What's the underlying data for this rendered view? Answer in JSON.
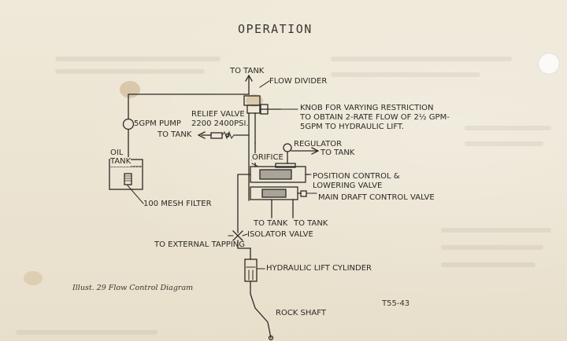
{
  "heading": "OPERATION",
  "labels": {
    "to_tank_top": "TO TANK",
    "flow_divider": "FLOW DIVIDER",
    "knob_line1": "KNOB FOR VARYING RESTRICTION",
    "knob_line2": "TO OBTAIN 2-RATE FLOW OF 2½ GPM-",
    "knob_line3": "5GPM TO HYDRAULIC LIFT.",
    "relief_valve": "RELIEF VALVE",
    "relief_pressure": "2200  2400PSI.",
    "to_tank_relief": "TO TANK",
    "pump": "5GPM PUMP",
    "regulator": "REGULATOR",
    "to_tank_regulator": "TO TANK",
    "oil_tank_1": "OIL",
    "oil_tank_2": "TANK",
    "orifice": "ORIFICE",
    "position_control_1": "POSITION CONTROL &",
    "position_control_2": "LOWERING VALVE",
    "draft_control": "MAIN DRAFT CONTROL VALVE",
    "filter": "100 MESH FILTER",
    "to_tank_a": "TO TANK",
    "to_tank_b": "TO TANK",
    "isolator_valve": "ISOLATOR VALVE",
    "external_tapping": "TO EXTERNAL TAPPING",
    "lift_cylinder": "HYDRAULIC LIFT CYLINDER",
    "rock_shaft": "ROCK SHAFT"
  },
  "caption": "Illust. 29  Flow Control Diagram",
  "figure_code": "T55-43"
}
